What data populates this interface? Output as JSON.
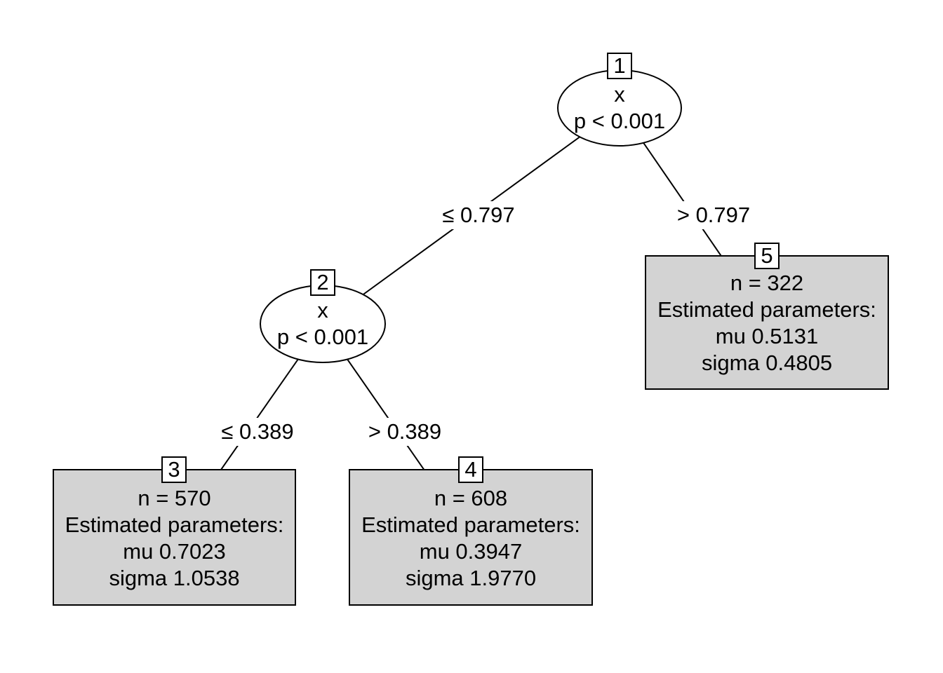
{
  "plot": {
    "type": "conditional-inference-tree",
    "background_color": "#ffffff",
    "inner_node_fill": "#ffffff",
    "terminal_node_fill": "#d3d3d3",
    "line_color": "#000000"
  },
  "inner_nodes": [
    {
      "id": "1",
      "variable": "x",
      "stat": "p < 0.001"
    },
    {
      "id": "2",
      "variable": "x",
      "stat": "p < 0.001"
    }
  ],
  "edges": [
    {
      "from": "1",
      "to": "2",
      "label": "≤ 0.797"
    },
    {
      "from": "1",
      "to": "5",
      "label": "> 0.797"
    },
    {
      "from": "2",
      "to": "3",
      "label": "≤ 0.389"
    },
    {
      "from": "2",
      "to": "4",
      "label": "> 0.389"
    }
  ],
  "terminal_nodes": [
    {
      "id": "3",
      "n": "n = 570",
      "params_header": "Estimated parameters:",
      "mu": "mu 0.7023",
      "sigma": "sigma 1.0538"
    },
    {
      "id": "4",
      "n": "n = 608",
      "params_header": "Estimated parameters:",
      "mu": "mu 0.3947",
      "sigma": "sigma 1.9770"
    },
    {
      "id": "5",
      "n": "n = 322",
      "params_header": "Estimated parameters:",
      "mu": "mu 0.5131",
      "sigma": "sigma 0.4805"
    }
  ]
}
